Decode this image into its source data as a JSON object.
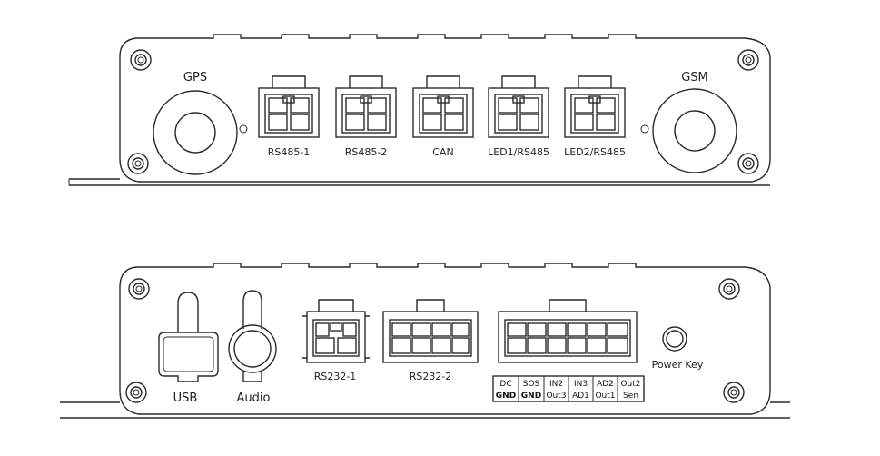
{
  "top_panel": {
    "gps_label": "GPS",
    "gsm_label": "GSM",
    "connectors": [
      "RS485-1",
      "RS485-2",
      "CAN",
      "LED1/RS485",
      "LED2/RS485"
    ]
  },
  "bottom_panel": {
    "usb_label": "USB",
    "audio_label": "Audio",
    "rs232_1_label": "RS232-1",
    "rs232_2_label": "RS232-2",
    "power_key_label": "Power Key",
    "pin_table": {
      "top_row": [
        "DC",
        "SOS",
        "IN2",
        "IN3",
        "AD2",
        "Out2"
      ],
      "bottom_row": [
        "GND",
        "GND",
        "Out3",
        "AD1",
        "Out1",
        "Sen"
      ]
    }
  }
}
